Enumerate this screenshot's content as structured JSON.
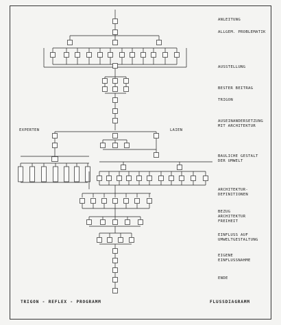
{
  "stages": [
    {
      "id": "anleitung",
      "text": "ANLEITUNG"
    },
    {
      "id": "allgem",
      "text": "ALLGEM. PROBLEMATIK"
    },
    {
      "id": "ausstellung",
      "text": "AUSSTELLUNG"
    },
    {
      "id": "bester",
      "text": "BESTER BEITRAG"
    },
    {
      "id": "trigon",
      "text": "TRIGON"
    },
    {
      "id": "auseinander",
      "text": "AUSEINANDERSETZUNG\nMIT ARCHITEKTUR"
    },
    {
      "id": "bauliche",
      "text": "BAULICHE GESTALT\nDER UMWELT"
    },
    {
      "id": "definitionen",
      "text": "ARCHITEKTUR-\nDEFINITIONEN"
    },
    {
      "id": "bezug",
      "text": "BEZUG\nARCHITEKTUR\nFREIHEIT"
    },
    {
      "id": "einfluss",
      "text": "EINFLUSS AUF\nUMWELTGESTALTUNG"
    },
    {
      "id": "eigene",
      "text": "EIGENE\nEINFLUSSNAHME"
    },
    {
      "id": "ende",
      "text": "ENDE"
    }
  ],
  "groups": {
    "experten": "EXPERTEN",
    "laien": "LAIEN"
  },
  "footer": {
    "left": "TRIGON - REFLEX - PROGRAMM",
    "right": "FLUSSDIAGRAMM"
  }
}
